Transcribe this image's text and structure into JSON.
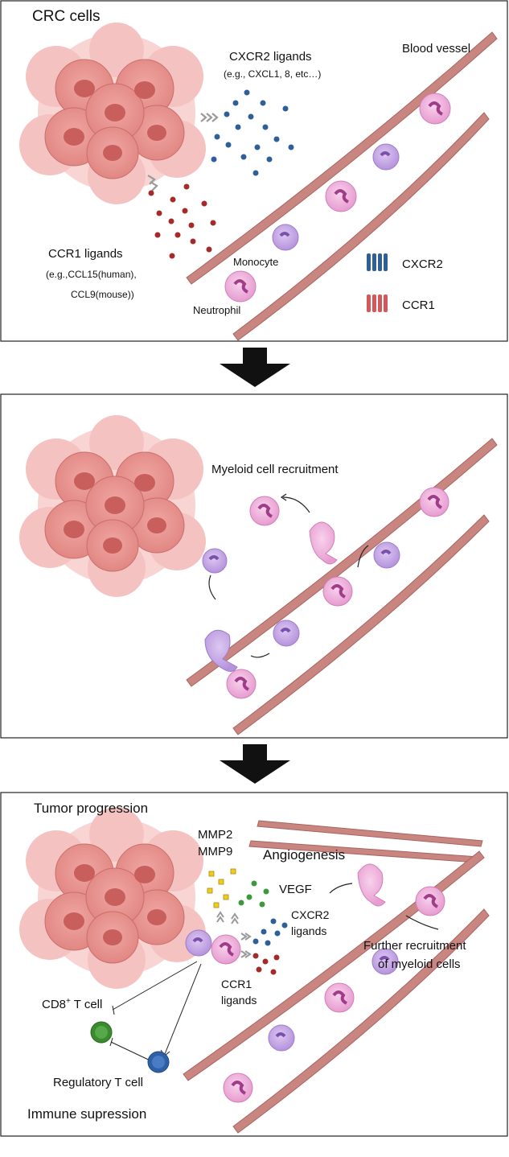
{
  "panel1": {
    "tumor_label": "CRC cells",
    "cxcr2_ligands_title": "CXCR2 ligands",
    "cxcr2_ligands_examples": "(e.g., CXCL1, 8, etc…)",
    "ccr1_ligands_title": "CCR1 ligands",
    "ccr1_ligands_examples_line1": "(e.g.,CCL15(human),",
    "ccr1_ligands_examples_line2": "CCL9(mouse))",
    "vessel_label": "Blood vessel",
    "monocyte_label": "Monocyte",
    "neutrophil_label": "Neutrophil",
    "legend_cxcr2": "CXCR2",
    "legend_ccr1": "CCR1"
  },
  "panel2": {
    "title": "Myeloid cell recruitment"
  },
  "panel3": {
    "tumor_progression": "Tumor progression",
    "mmp_line1": "MMP2",
    "mmp_line2": "MMP9",
    "angiogenesis": "Angiogenesis",
    "vegf": "VEGF",
    "cxcr2_line1": "CXCR2",
    "cxcr2_line2": "ligands",
    "further_line1": "Further recruitment",
    "further_line2": "of myeloid cells",
    "ccr1_line1": "CCR1",
    "ccr1_line2": "ligands",
    "cd8_main": "CD8",
    "cd8_sup": "+",
    "cd8_rest": " T cell",
    "treg": "Regulatory T cell",
    "immune": "Immune supression"
  },
  "colors": {
    "tumor": "#e8908e",
    "vessel": "#c98580",
    "neutrophil": "#efb0d8",
    "monocyte": "#c8a8e6",
    "cxcr2": "#2f5f99",
    "ccr1": "#a52a2a",
    "mmp": "#f0cc22",
    "vegf": "#3c9a3c",
    "cd8": "#3a8a2e",
    "treg": "#2f5fa5"
  }
}
